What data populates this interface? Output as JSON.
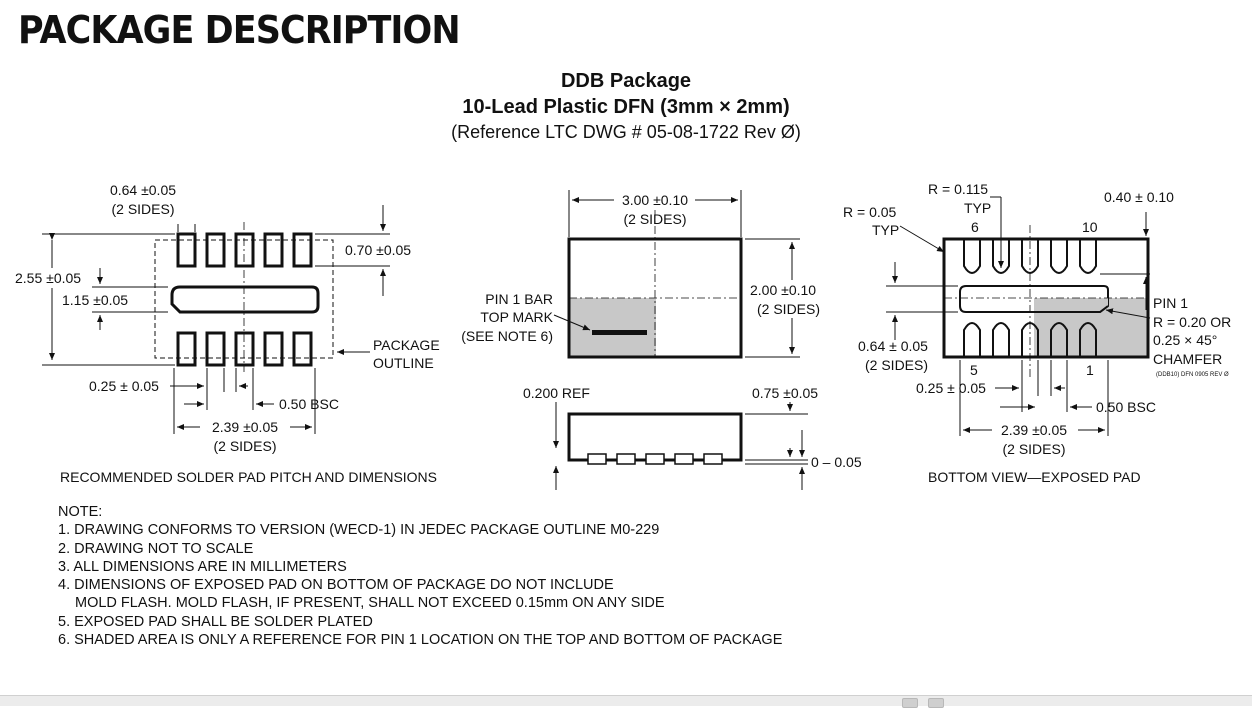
{
  "heading": "PACKAGE DESCRIPTION",
  "package": {
    "title": "DDB Package",
    "subtitle": "10-Lead Plastic DFN (3mm × 2mm)",
    "reference": "(Reference LTC DWG # 05-08-1722 Rev Ø)"
  },
  "left_view": {
    "pad_width": "0.64 ±0.05",
    "pad_width_sides": "(2 SIDES)",
    "pad_height": "0.70 ±0.05",
    "overall_height": "2.55 ±0.05",
    "exposed_pad_height": "1.15 ±0.05",
    "pad_pitch_width": "0.25 ± 0.05",
    "pitch": "0.50 BSC",
    "length": "2.39 ±0.05",
    "length_sides": "(2 SIDES)",
    "package_outline_1": "PACKAGE",
    "package_outline_2": "OUTLINE",
    "caption": "RECOMMENDED SOLDER PAD PITCH AND DIMENSIONS"
  },
  "center_view": {
    "width": "3.00 ±0.10",
    "width_sides": "(2 SIDES)",
    "height": "2.00 ±0.10",
    "height_sides": "(2 SIDES)",
    "pin1_1": "PIN 1 BAR",
    "pin1_2": "TOP MARK",
    "pin1_3": "(SEE NOTE 6)",
    "ref": "0.200 REF",
    "thickness": "0.75 ±0.05",
    "standoff": "0 – 0.05"
  },
  "right_view": {
    "radius_1": "R = 0.115",
    "radius_1_typ": "TYP",
    "radius_2": "R = 0.05",
    "radius_2_typ": "TYP",
    "pin6": "6",
    "pin10": "10",
    "pin5": "5",
    "pin1": "1",
    "lead_width": "0.40 ± 0.10",
    "pin1_label": "PIN 1",
    "chamfer_1": "R = 0.20 OR",
    "chamfer_2": "0.25 × 45°",
    "chamfer_3": "CHAMFER",
    "dwg_code": "(DDB10) DFN 0905 REV Ø",
    "pad_width": "0.64 ± 0.05",
    "pad_width_sides": "(2 SIDES)",
    "lead_w": "0.25 ± 0.05",
    "pitch": "0.50 BSC",
    "length": "2.39 ±0.05",
    "length_sides": "(2 SIDES)",
    "caption": "BOTTOM VIEW—EXPOSED PAD"
  },
  "notes": {
    "title": "NOTE:",
    "items": [
      "1. DRAWING CONFORMS TO VERSION (WECD-1) IN JEDEC PACKAGE OUTLINE M0-229",
      "2. DRAWING NOT TO SCALE",
      "3. ALL DIMENSIONS ARE IN MILLIMETERS",
      "4. DIMENSIONS OF EXPOSED PAD ON BOTTOM OF PACKAGE DO NOT INCLUDE",
      "MOLD FLASH. MOLD FLASH, IF PRESENT, SHALL NOT EXCEED 0.15mm ON ANY SIDE",
      "5. EXPOSED PAD SHALL BE SOLDER PLATED",
      "6. SHADED AREA IS ONLY A REFERENCE FOR PIN 1 LOCATION ON THE TOP AND BOTTOM OF PACKAGE"
    ]
  },
  "colors": {
    "ink": "#111111",
    "shade": "#c8c8c8"
  }
}
